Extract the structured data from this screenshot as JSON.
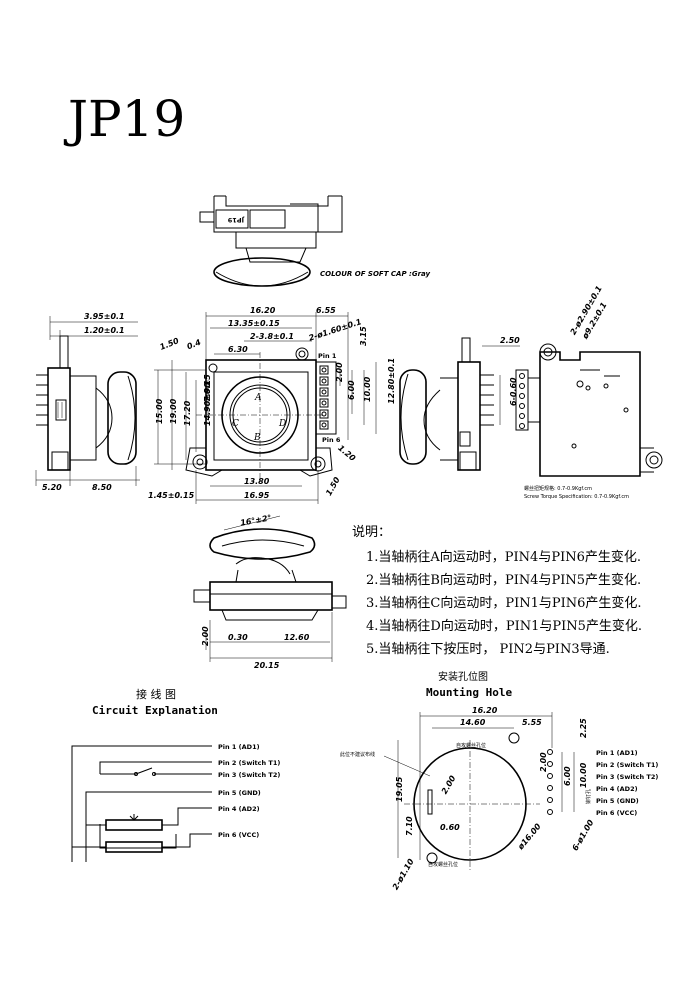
{
  "title": "JP19",
  "top_view": {
    "part_label": "JP19",
    "cap_colour": "COLOUR OF SOFT CAP :Gray"
  },
  "front_view_dims": {
    "d_16_20": "16.20",
    "d_6_55": "6.55",
    "d_13_35": "13.35±0.15",
    "d_2_3_8": "2-3.8±0.1",
    "d_2_1_60": "2-ø1.60±0.1",
    "d_3_15": "3.15",
    "d_1_50": "1.50",
    "d_0_4": "0.4",
    "d_6_30": "6.30",
    "pin1": "Pin 1",
    "pin6": "Pin 6",
    "d_7_90": "7.90",
    "d_2_00": "2.00",
    "d_14_90": "14.90±0.15",
    "d_17_20": "17.20",
    "d_15_00": "15.00",
    "d_19_00": "19.00",
    "d_6_00": "6.00",
    "d_10_00": "10.00",
    "d_12_80": "12.80±0.1",
    "letter_a": "A",
    "letter_b": "B",
    "letter_c": "C",
    "letter_d": "D",
    "d_1_20": "1.20",
    "d_13_80": "13.80",
    "d_16_95": "16.95",
    "d_1_45": "1.45±0.15"
  },
  "left_view_dims": {
    "d_3_95": "3.95±0.1",
    "d_1_20": "1.20±0.1",
    "d_5_20": "5.20",
    "d_8_50": "8.50"
  },
  "right_view_dims": {
    "d_2_50": "2.50",
    "d_2_2_90": "2-ø2.90±0.1",
    "d_9_2": "ø9.2±0.1",
    "d_6_0_60": "6-0.60",
    "screw_cn": "螺丝扭矩规格: 0.7-0.9Kgf.cm",
    "screw_en": "Screw Torque Specification: 0.7-0.9Kgf.cm"
  },
  "side_view_dims": {
    "d_16": "16°±2°",
    "d_2_00": "2.00",
    "d_0_30": "0.30",
    "d_12_60": "12.60",
    "d_20_15": "20.15"
  },
  "notes": {
    "heading": "说明：",
    "items": [
      "1.当轴柄往A向运动时，PIN4与PIN6产生变化.",
      "2.当轴柄往B向运动时，PIN4与PIN5产生变化.",
      "3.当轴柄往C向运动时，PIN1与PIN6产生变化.",
      "4.当轴柄往D向运动时，PIN1与PIN5产生变化.",
      "5.当轴柄往下按压时，  PIN2与PIN3导通."
    ]
  },
  "circuit": {
    "title_cn": "接 线 图",
    "title_en": "Circuit Explanation",
    "pins": [
      "Pin 1  (AD1)",
      "Pin 2  (Switch T1)",
      "Pin 3  (Switch T2)",
      "Pin 5  (GND)",
      "Pin 4  (AD2)",
      "Pin 6  (VCC)"
    ]
  },
  "mounting": {
    "title_cn": "安装孔位图",
    "title_en": "Mounting Hole",
    "d_16_20": "16.20",
    "d_14_60": "14.60",
    "d_5_55": "5.55",
    "d_2_25": "2.25",
    "no_wiring": "此位不建议布线",
    "self_tap_top": "自攻螺丝孔位",
    "self_tap_bottom": "自攻螺丝孔位",
    "d_2_00_a": "2.00",
    "d_2_00_b": "2.00",
    "d_6_00": "6.00",
    "d_10_00": "10.00",
    "d_19_05": "19.05",
    "d_7_10": "7.10",
    "d_0_60": "0.60",
    "d_16_00": "ø16.00",
    "d_2_1_10": "2-ø1.10",
    "d_6_1_00": "6-ø1.00",
    "fixed_hole": "铆钉孔",
    "pins": [
      "Pin 1  (AD1)",
      "Pin 2  (Switch T1)",
      "Pin 3  (Switch T2)",
      "Pin 4  (AD2)",
      "Pin 5  (GND)",
      "Pin 6  (VCC)"
    ]
  }
}
